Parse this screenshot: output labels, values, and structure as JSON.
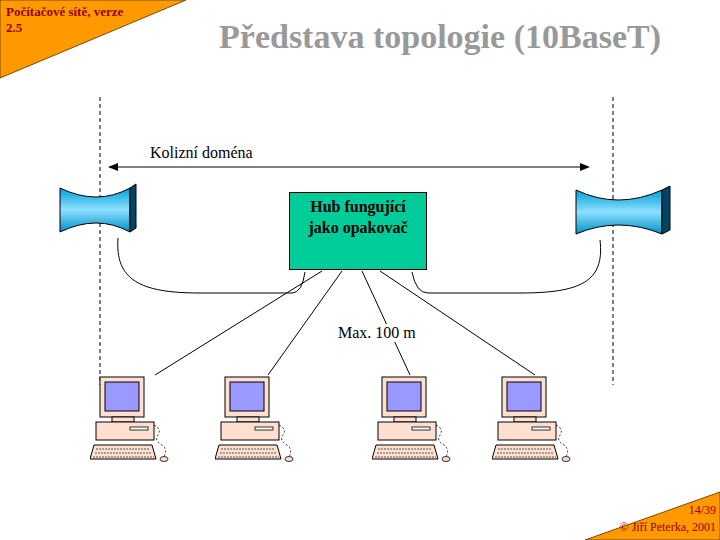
{
  "diagram": {
    "title": "Představa topologie (10BaseT)",
    "nodes": [
      {
        "text": [
          "Hub fungující jako opakovač"
        ]
      }
    ],
    "labels": [
      "Počítačové sítě, verze 2.5",
      "Kolizní doména",
      "Max. 100 m",
      "14/39",
      "© Jiří Peterka, 2001"
    ]
  }
}
